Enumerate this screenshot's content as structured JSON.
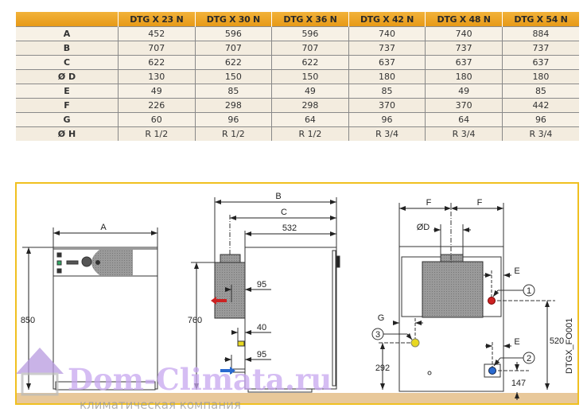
{
  "table": {
    "columns": [
      "",
      "DTG X 23 N",
      "DTG X 30 N",
      "DTG X 36 N",
      "DTG X 42 N",
      "DTG X 48 N",
      "DTG X 54 N"
    ],
    "rows": [
      {
        "label": "A",
        "values": [
          "452",
          "596",
          "596",
          "740",
          "740",
          "884"
        ]
      },
      {
        "label": "B",
        "values": [
          "707",
          "707",
          "707",
          "737",
          "737",
          "737"
        ]
      },
      {
        "label": "C",
        "values": [
          "622",
          "622",
          "622",
          "637",
          "637",
          "637"
        ]
      },
      {
        "label": "Ø D",
        "values": [
          "130",
          "150",
          "150",
          "180",
          "180",
          "180"
        ]
      },
      {
        "label": "E",
        "values": [
          "49",
          "85",
          "49",
          "85",
          "49",
          "85"
        ]
      },
      {
        "label": "F",
        "values": [
          "226",
          "298",
          "298",
          "370",
          "370",
          "442"
        ]
      },
      {
        "label": "G",
        "values": [
          "60",
          "96",
          "64",
          "96",
          "64",
          "96"
        ]
      },
      {
        "label": "Ø H",
        "values": [
          "R 1/2",
          "R 1/2",
          "R 1/2",
          "R 3/4",
          "R 3/4",
          "R 3/4"
        ]
      }
    ]
  },
  "drawing": {
    "front": {
      "width_label": "A",
      "height_label": "850"
    },
    "side": {
      "b_label": "B",
      "c_label": "C",
      "depth_label": "532",
      "height_label": "760",
      "dim_95_top": "95",
      "dim_40": "40",
      "dim_95_bottom": "95"
    },
    "rear": {
      "f_left": "F",
      "f_right": "F",
      "d_label": "ØD",
      "e_top": "E",
      "e_bottom": "E",
      "g_label": "G",
      "marker_1": "1",
      "marker_2": "2",
      "marker_3": "3",
      "h_520": "520",
      "h_292": "292",
      "h_147": "147"
    },
    "drawing_code": "DTGX_FO001"
  },
  "watermark": {
    "brand": "Dom-Climata.ru",
    "tagline": "климатическая компания"
  },
  "colors": {
    "header": "#eba42a",
    "frame": "#f0c020",
    "floor": "#e8c89a",
    "flow_hot": "#cc2222",
    "flow_cold": "#2a6ad0",
    "gas": "#e8d820",
    "watermark": "#c8a8f0"
  }
}
